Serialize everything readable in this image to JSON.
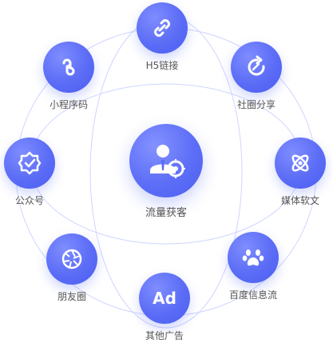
{
  "center": {
    "label": "流量获客",
    "icon": "user-target-icon"
  },
  "nodes": [
    {
      "label": "H5链接",
      "icon": "link-icon"
    },
    {
      "label": "社圈分享",
      "icon": "share-refresh-icon"
    },
    {
      "label": "媒体软文",
      "icon": "atom-icon"
    },
    {
      "label": "百度信息流",
      "icon": "paw-icon"
    },
    {
      "label": "其他广告",
      "icon": "ad-icon",
      "icon_text": "Ad"
    },
    {
      "label": "朋友圈",
      "icon": "aperture-icon"
    },
    {
      "label": "公众号",
      "icon": "badge-check-icon"
    },
    {
      "label": "小程序码",
      "icon": "mini-program-icon"
    }
  ],
  "colors": {
    "accent": "#5b6cf6",
    "ring": "#c9d0ff",
    "label": "#555555"
  }
}
